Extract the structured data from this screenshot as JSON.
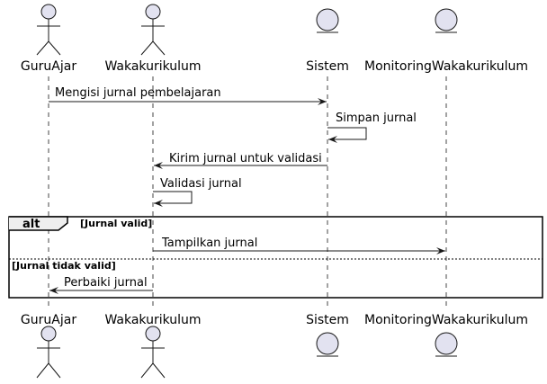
{
  "participants": [
    {
      "id": "guru",
      "name": "GuruAjar",
      "kind": "actor"
    },
    {
      "id": "waka",
      "name": "Wakakurikulum",
      "kind": "actor"
    },
    {
      "id": "sistem",
      "name": "Sistem",
      "kind": "entity"
    },
    {
      "id": "monitor",
      "name": "MonitoringWakakurikulum",
      "kind": "entity"
    }
  ],
  "messages": [
    {
      "from": "guru",
      "to": "sistem",
      "label": "Mengisi jurnal pembelajaran"
    },
    {
      "from": "sistem",
      "to": "sistem",
      "label": "Simpan jurnal"
    },
    {
      "from": "sistem",
      "to": "waka",
      "label": "Kirim jurnal untuk validasi"
    },
    {
      "from": "waka",
      "to": "waka",
      "label": "Validasi jurnal"
    },
    {
      "from": "waka",
      "to": "monitor",
      "label": "Tampilkan jurnal"
    },
    {
      "from": "waka",
      "to": "guru",
      "label": "Perbaiki jurnal"
    }
  ],
  "alt": {
    "keyword": "alt",
    "guard1": "[Jurnal valid]",
    "guard2": "[Jurnal tidak valid]"
  },
  "colors": {
    "fill": "#E2E2F0",
    "stroke": "#181818",
    "lifeline": "#181818"
  }
}
